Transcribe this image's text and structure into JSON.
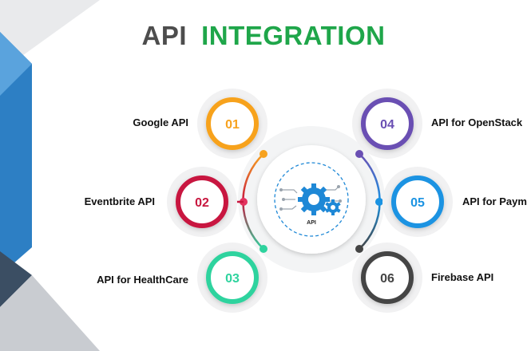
{
  "title": {
    "word1": "API",
    "word2": "INTEGRATION"
  },
  "center": {
    "label": "API",
    "icon": "gears-circuit-icon"
  },
  "items": [
    {
      "number": "01",
      "label": "Google API",
      "color": "#f7a21e"
    },
    {
      "number": "02",
      "label": "Eventbrite API",
      "color": "#c8173f"
    },
    {
      "number": "03",
      "label": "API for HealthCare",
      "color": "#2ed39e"
    },
    {
      "number": "04",
      "label": "API for OpenStack",
      "color": "#6a4fb3"
    },
    {
      "number": "05",
      "label": "API for Paym",
      "color": "#1b93e2"
    },
    {
      "number": "06",
      "label": "Firebase API",
      "color": "#444444"
    }
  ],
  "accent_colors": {
    "left_bar": "#2d7fc4",
    "dark_panel": "#3b4e63",
    "gear": "#1e88d6"
  }
}
